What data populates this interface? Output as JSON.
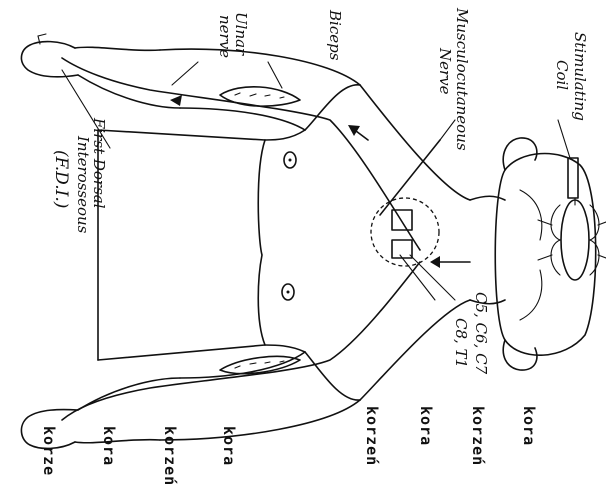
{
  "labels": {
    "stimulating_coil_1": "Stimulating",
    "stimulating_coil_2": "Coil",
    "musculocutaneous_1": "Musculocutaneous",
    "musculocutaneous_2": "Nerve",
    "biceps": "Biceps",
    "ulnar_1": "Ulnar",
    "ulnar_2": "nerve",
    "fdi_1": "First Dorsal",
    "fdi_2": "Interosseous",
    "fdi_3": "(F.D.I.)",
    "roots_upper": "C5, C6, C7",
    "roots_lower": "C8, T1"
  },
  "annotations": [
    "kora",
    "korzeń",
    "kora",
    "korzeń",
    "kora",
    "korzeń",
    "kora",
    "korze"
  ]
}
